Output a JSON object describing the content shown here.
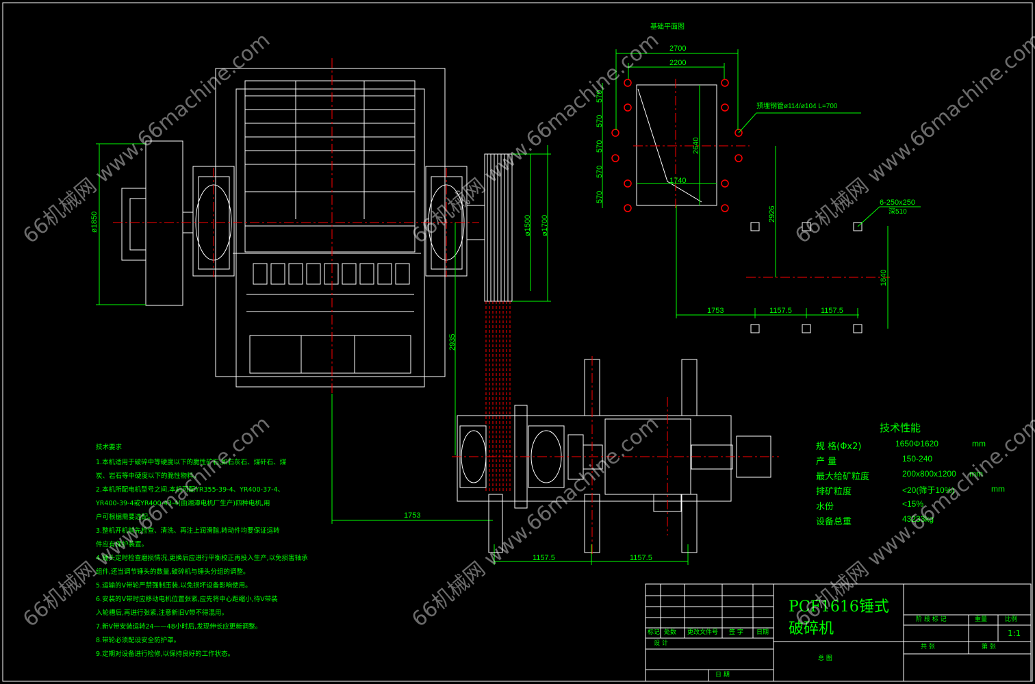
{
  "dims": {
    "d1850": "ø1850",
    "d1500": "ø1500",
    "d1700": "ø1700",
    "d2935": "2935",
    "d1753_bottom": "1753",
    "d1157_a": "1157.5",
    "d1157_b": "1157.5",
    "d2700": "2700",
    "d2200": "2200",
    "d570_1": "570",
    "d570_2": "570",
    "d570_3": "570",
    "d570_4": "570",
    "d570_5": "570",
    "d2640": "2640",
    "d1740": "1740",
    "d2926": "2926",
    "d1840": "1840",
    "d1753_plan": "1753",
    "d1157_plan_a": "1157.5",
    "d1157_plan_b": "1157.5",
    "bolt_spec": "预埋钢管ø114/ø104  L=700",
    "hole_spec": "6-250x250",
    "hole_depth": "深510"
  },
  "plan_title": "基础平面图",
  "notes": {
    "title": "技术要求",
    "lines": [
      "1.本机适用于破碎中等硬度以下的脆性矿石,如石灰石、煤矸石、煤",
      "炭、岩石等中硬度以下的脆性物料。",
      "2.本机所配电机型号之间,本机可配YR355-39-4、YR400-37-4、",
      "YR400-39-4或YR400-43-4(由湘潭电机厂生产)四种电机,用",
      "户可根据需要选配。",
      "3.整机开机前先检查、清洗、再注上润滑脂,转动件均要保证运转",
      "件应有保护装置。",
      "4.锤头定时检查磨损情况,更换后应进行平衡校正再投入生产,以免损害轴承",
      "组件,还当调节锤头的数量,破碎机与锤头分组的调整。",
      "5.运输的V带轮严禁强制压装,以免损坏设备影响使用。",
      "6.安装的V带时应移动电机位置张紧,应先将中心距缩小,待V带装",
      "入轮槽后,再进行张紧,注意新旧V带不得混用。",
      "7.新V带安装运转24——48小时后,发现伸长应更新调整。",
      "8.带轮必须配设安全防护罩。",
      "9.定期对设备进行检修,以保持良好的工作状态。"
    ]
  },
  "specs": {
    "title": "技术性能",
    "rows": [
      {
        "label": "规 格(Φx2)",
        "value": "1650Φ1620",
        "unit": "mm"
      },
      {
        "label": "产 量",
        "value": "150-240",
        "unit": ""
      },
      {
        "label": "最大给矿粒度",
        "value": "200x800x1200",
        "unit": "mm"
      },
      {
        "label": "排矿粒度",
        "value": "<20(筛于10%)",
        "unit": "mm"
      },
      {
        "label": "水份",
        "value": "<15%",
        "unit": ""
      },
      {
        "label": "设备总重",
        "value": "43233kg",
        "unit": ""
      }
    ]
  },
  "title_block": {
    "name_line1": "PCF1616锤式",
    "name_line2": "破碎机",
    "sub": "总  图",
    "hdr_stage": "阶 段 标 记",
    "hdr_weight": "重量",
    "hdr_scale": "比例",
    "scale": "1:1",
    "sheets_total": "共  张",
    "sheet_no": "第  张",
    "rev_cols": [
      "标记",
      "处数",
      "更改文件号",
      "签 字",
      "日期"
    ],
    "design": "设 计",
    "date": "日 期"
  },
  "watermark": "66机械网 www.66machine.com",
  "colors": {
    "outline": "#ffffff",
    "dimension": "#00ff00",
    "centerline": "#ff0000",
    "background": "#000000"
  }
}
